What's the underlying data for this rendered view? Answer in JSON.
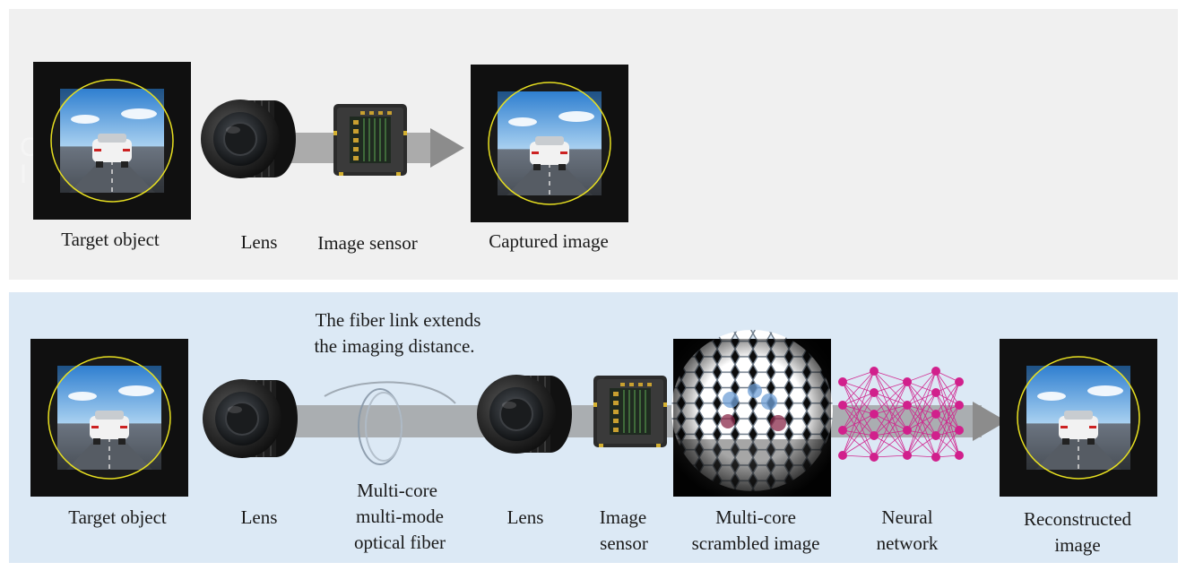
{
  "top_pipeline": {
    "target_label": "Target object",
    "lens_label": "Lens",
    "sensor_label": "Image sensor",
    "captured_label": "Captured image"
  },
  "bottom_pipeline": {
    "fiber_caption_1": "The fiber link extends",
    "fiber_caption_2": "the imaging distance.",
    "target_label": "Target object",
    "lens1_label": "Lens",
    "fiber_label_1": "Multi-core",
    "fiber_label_2": "multi-mode",
    "fiber_label_3": "optical fiber",
    "lens2_label": "Lens",
    "sensor_label_1": "Image",
    "sensor_label_2": "sensor",
    "scrambled_label_1": "Multi-core",
    "scrambled_label_2": "scrambled image",
    "nn_label_1": "Neural",
    "nn_label_2": "network",
    "recon_label_1": "Reconstructed",
    "recon_label_2": "image"
  },
  "colors": {
    "top_panel_bg": "#f0f0f0",
    "bottom_panel_bg": "#dce9f5",
    "beam": "#8c8c8c",
    "circle_outline": "#e8e020",
    "nn_node": "#d1208c"
  }
}
